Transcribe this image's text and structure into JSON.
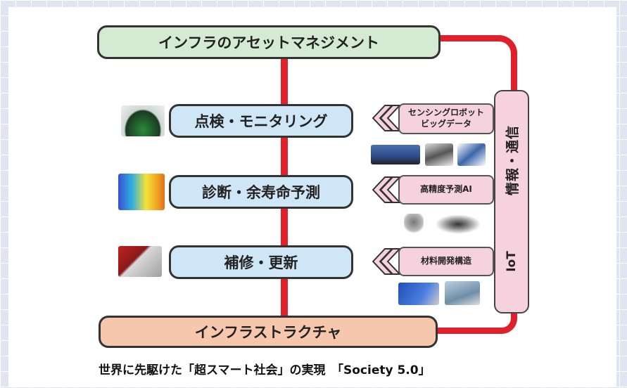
{
  "top": {
    "label": "インフラのアセットマネジメント"
  },
  "stages": [
    {
      "label": "点検・モニタリング"
    },
    {
      "label": "診断・余寿命予測"
    },
    {
      "label": "補修・更新"
    }
  ],
  "tech": [
    {
      "line1": "センシングロボット",
      "line2": "ビッグデータ"
    },
    {
      "line1": "高精度予測AI",
      "line2": ""
    },
    {
      "line1": "材料開発構造",
      "line2": ""
    }
  ],
  "iot": {
    "vertical_label": "情報・通信",
    "bottom_label": "IoT"
  },
  "bottom": {
    "label": "インフラストラクチャ"
  },
  "caption": "世界に先駆けた「超スマート社会」の実現　「Society 5.0」",
  "colors": {
    "red": "#e0202b",
    "green": "#d4ead2",
    "blue": "#cfe6f7",
    "pink": "#f6d1de",
    "salmon": "#f6c6ad"
  },
  "icons": [
    "chevron-left-icon",
    "sensor-thumbnail",
    "heatmap-thumbnail",
    "repair-thumbnail",
    "robot-thumbnail",
    "drone-thumbnail",
    "material-thumbnail"
  ]
}
